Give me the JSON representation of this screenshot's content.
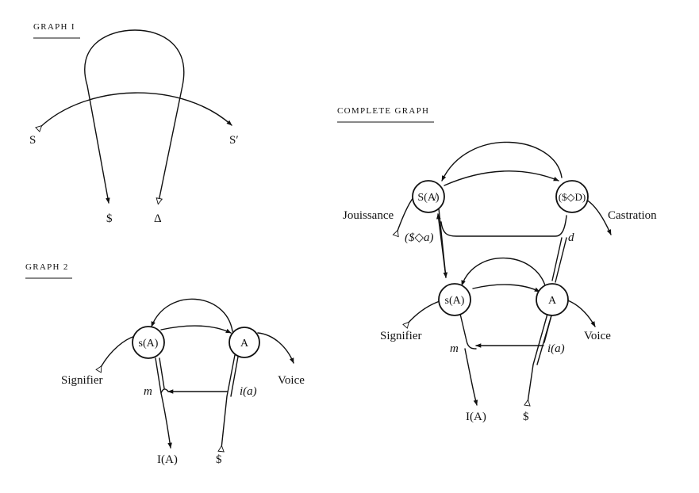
{
  "graph1": {
    "heading": "GRAPH I",
    "labels": {
      "s": "S",
      "s_prime": "S′",
      "barred_s": "$",
      "delta": "Δ"
    }
  },
  "graph2": {
    "heading": "GRAPH 2",
    "nodes": {
      "s_a": "s(A)",
      "a": "A"
    },
    "labels": {
      "signifier": "Signifier",
      "voice": "Voice",
      "m": "m",
      "i_a": "i(a)",
      "i_big_a": "I(A)",
      "barred_s": "$"
    }
  },
  "complete": {
    "heading": "COMPLETE GRAPH",
    "nodes": {
      "s_barred_a": "S(A̸)",
      "drive": "($◇D)",
      "s_a": "s(A)",
      "a": "A"
    },
    "labels": {
      "jouissance": "Jouissance",
      "castration": "Castration",
      "fantasy": "($◇a)",
      "d": "d",
      "signifier": "Signifier",
      "voice": "Voice",
      "m": "m",
      "i_a": "i(a)",
      "i_big_a": "I(A)",
      "barred_s": "$"
    }
  }
}
